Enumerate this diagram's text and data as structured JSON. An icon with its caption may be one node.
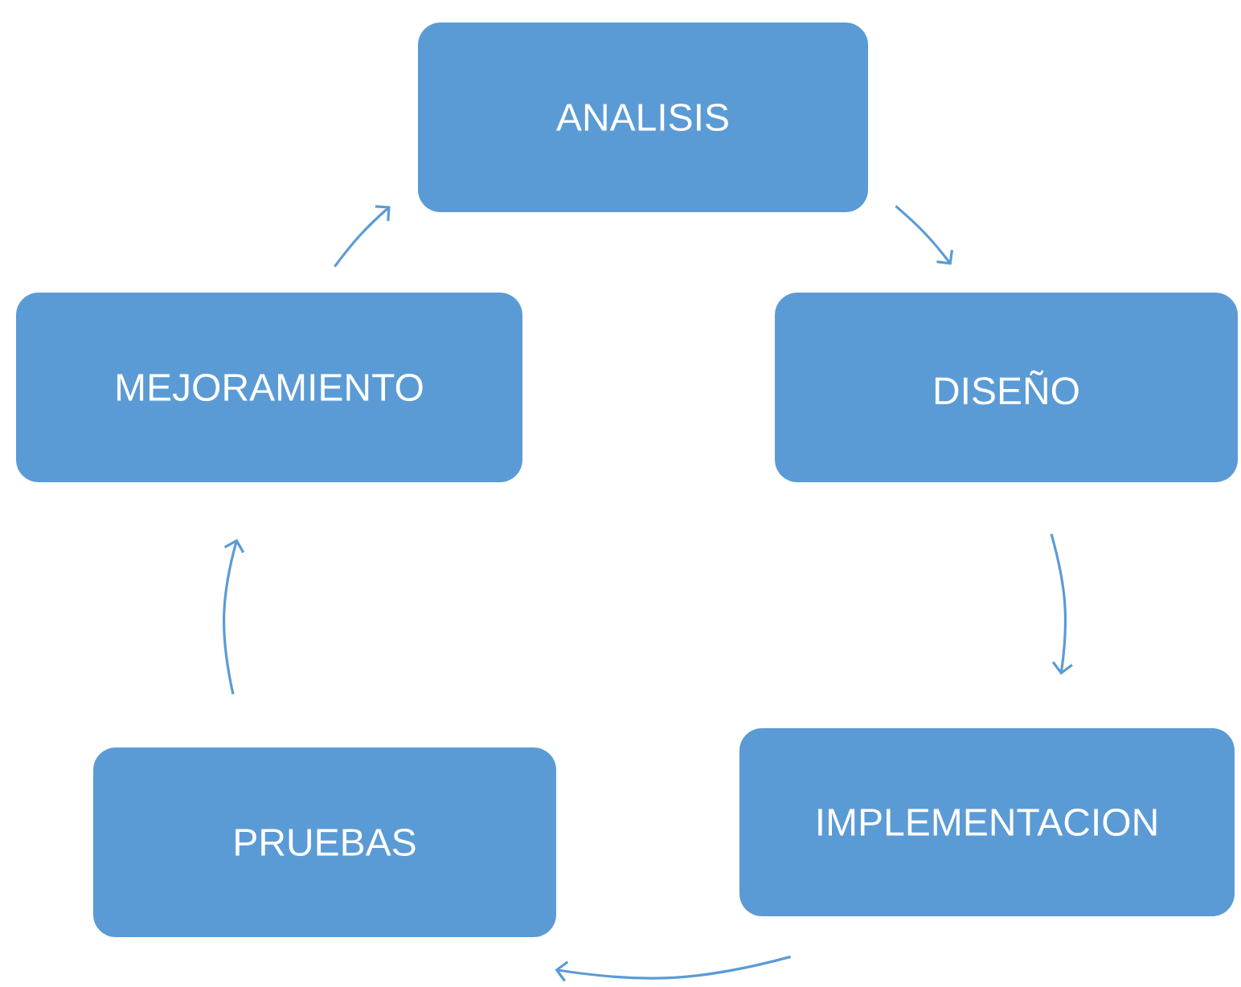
{
  "diagram": {
    "nodes": [
      {
        "text": [
          "ANALISIS"
        ]
      },
      {
        "text": [
          "MEJORAMIENTO"
        ]
      },
      {
        "text": [
          "DISEÑO"
        ]
      },
      {
        "text": [
          "IMPLEMENTACION"
        ]
      },
      {
        "text": [
          "PRUEBAS"
        ]
      }
    ],
    "edges": [
      {
        "from": 0,
        "to": 2,
        "arrow": "to"
      },
      {
        "from": 2,
        "to": 3,
        "arrow": "to"
      },
      {
        "from": 3,
        "to": 4,
        "arrow": "to"
      },
      {
        "from": 4,
        "to": 1,
        "arrow": "to"
      },
      {
        "from": 1,
        "to": 0,
        "arrow": "to"
      }
    ]
  }
}
